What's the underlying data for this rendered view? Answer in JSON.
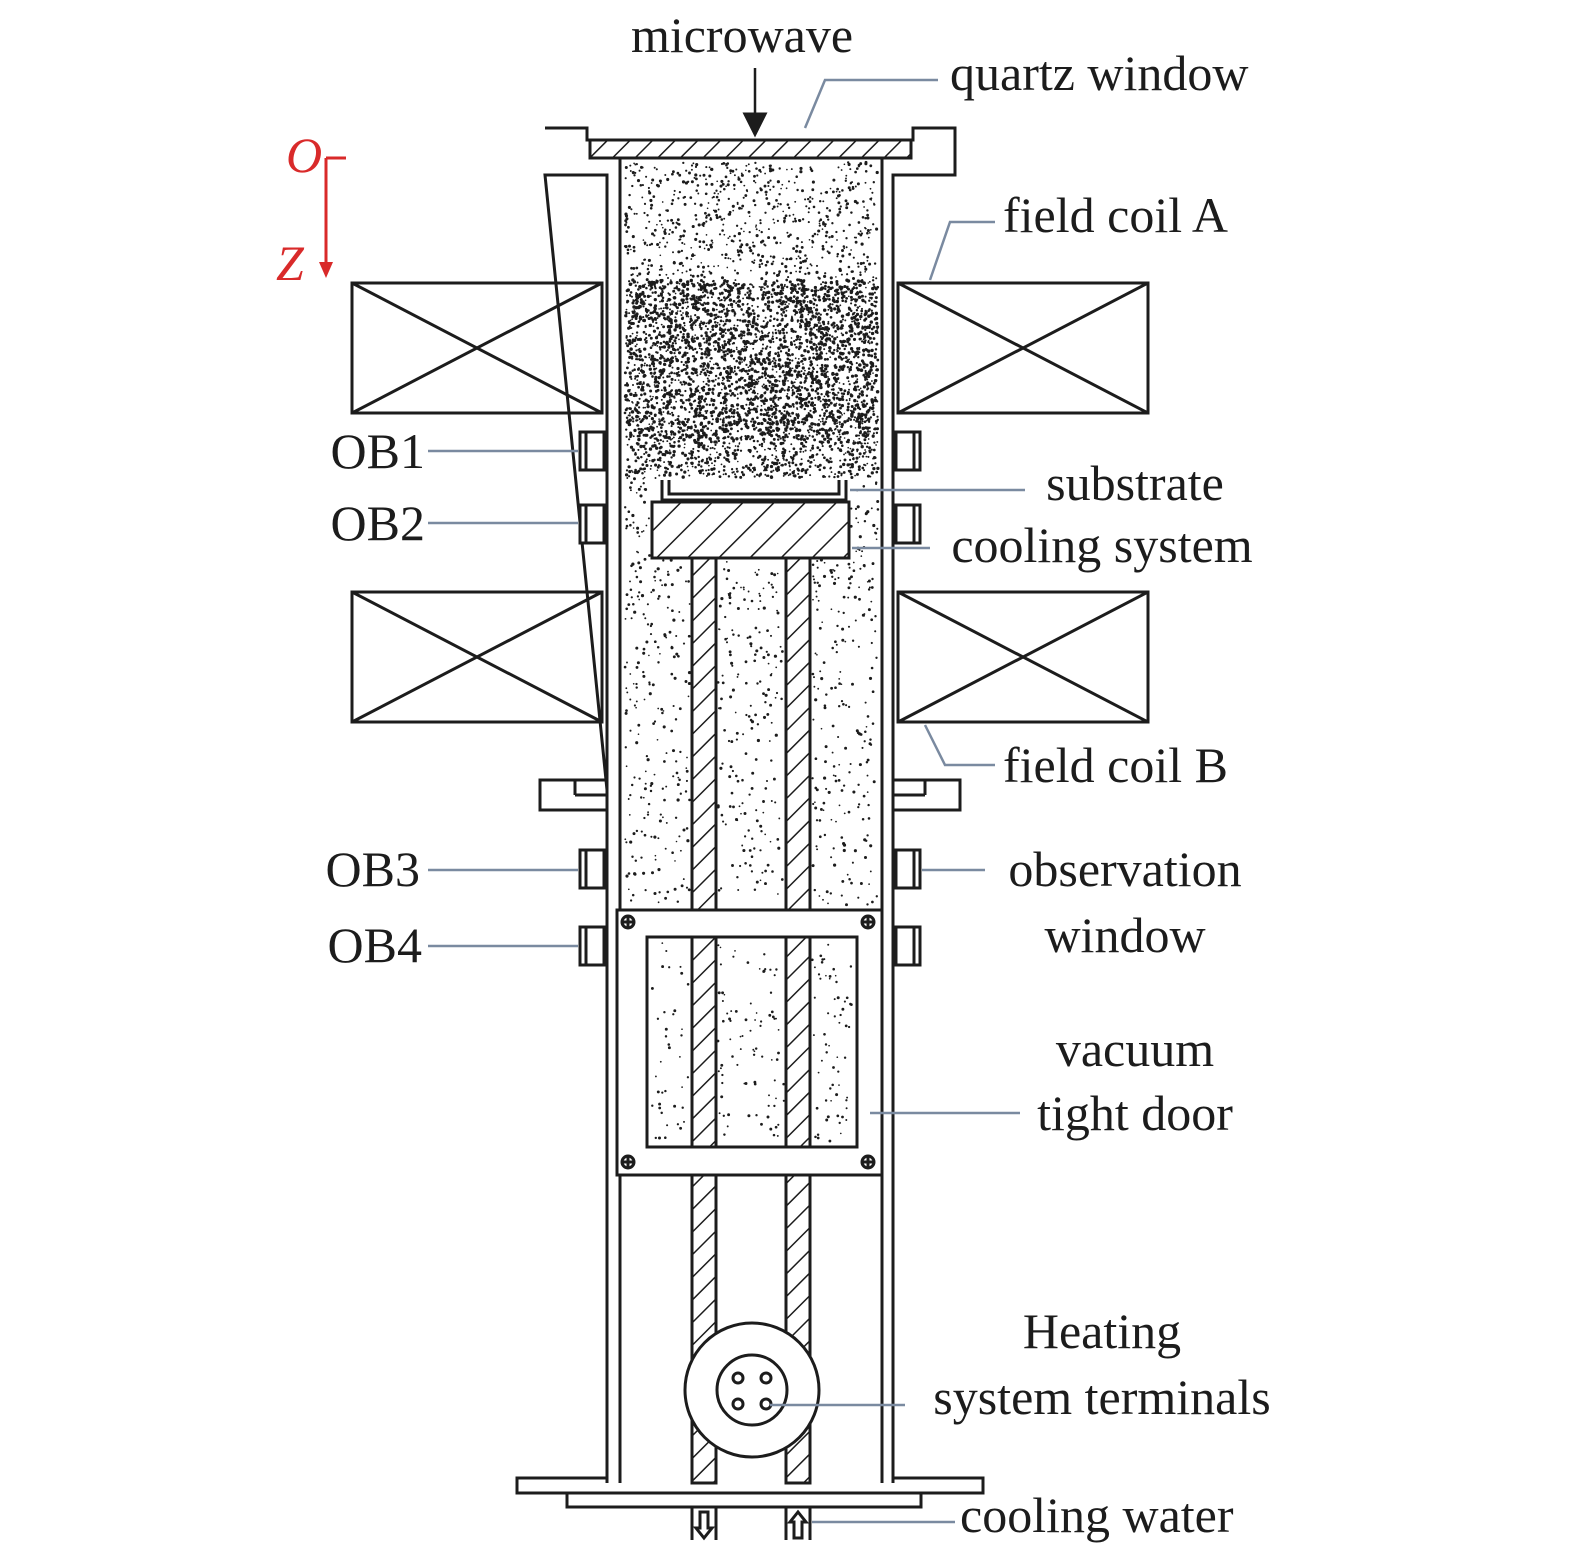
{
  "labels": {
    "microwave": "microwave",
    "quartz_window": "quartz window",
    "field_coil_a": "field coil A",
    "field_coil_b": "field coil B",
    "ob1": "OB1",
    "ob2": "OB2",
    "ob3": "OB3",
    "ob4": "OB4",
    "substrate": "substrate",
    "cooling_system": "cooling system",
    "observation": "observation",
    "window": "window",
    "vacuum": "vacuum",
    "tight_door": "tight door",
    "heating": "Heating",
    "system_terminals": "system terminals",
    "cooling_water": "cooling water"
  },
  "axis": {
    "origin": "O",
    "z": "Z"
  },
  "colors": {
    "line": "#1c1c1c",
    "leader": "#7a8aa0",
    "axis": "#d92a2a"
  },
  "icons": {
    "arrow-down": "microwave input arrow",
    "hatch": "diagonal hatching",
    "coil": "crossed rectangle coil cross-section"
  }
}
